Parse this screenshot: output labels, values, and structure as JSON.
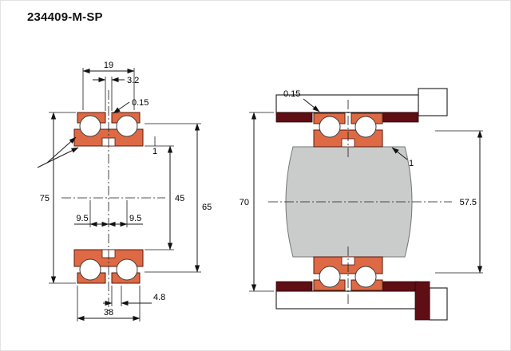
{
  "title": "234409-M-SP",
  "left_view": {
    "dims": {
      "top_width": "19",
      "slot_width": "3.2",
      "gap": "0.15",
      "chamfer": "1",
      "outer_diameter": "75",
      "bore_diameter": "45",
      "washer_diameter": "65",
      "row_offset_left": "9.5",
      "row_offset_right": "9.5",
      "slot_depth": "4.8",
      "total_width": "38"
    }
  },
  "right_view": {
    "dims": {
      "gap": "0.15",
      "chamfer": "1",
      "housing_bore": "70",
      "shaft_diameter": "57.5"
    }
  },
  "colors": {
    "bearing_fill": "#dd6a44",
    "bearing_stroke": "#5a180c",
    "housing_fill": "#5f0e13",
    "shaft_fill": "#cacccb"
  }
}
